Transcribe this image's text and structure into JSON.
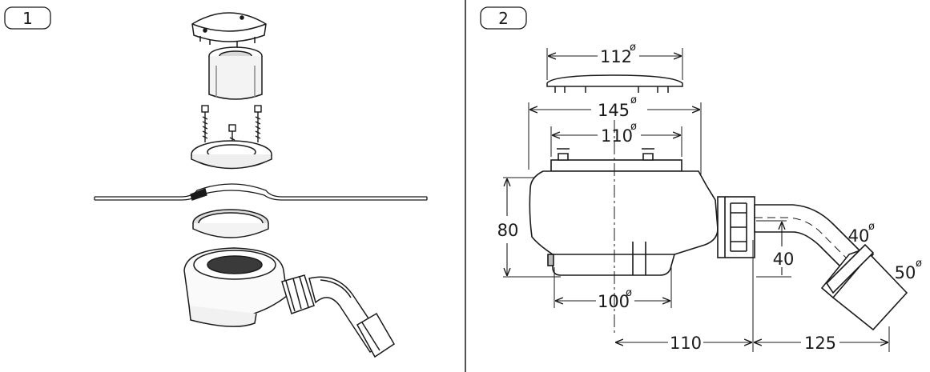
{
  "panels": [
    {
      "badge": "1"
    },
    {
      "badge": "2"
    }
  ],
  "dimensions": {
    "cover_diameter": "112",
    "flange_diameter": "145",
    "clamp_diameter": "110",
    "height": "80",
    "outlet_height": "40",
    "base_diameter": "100",
    "offset_to_outlet": "110",
    "outlet_run": "125",
    "pipe_inner_diameter": "40",
    "pipe_outer_diameter": "50",
    "diameter_symbol": "ø"
  }
}
